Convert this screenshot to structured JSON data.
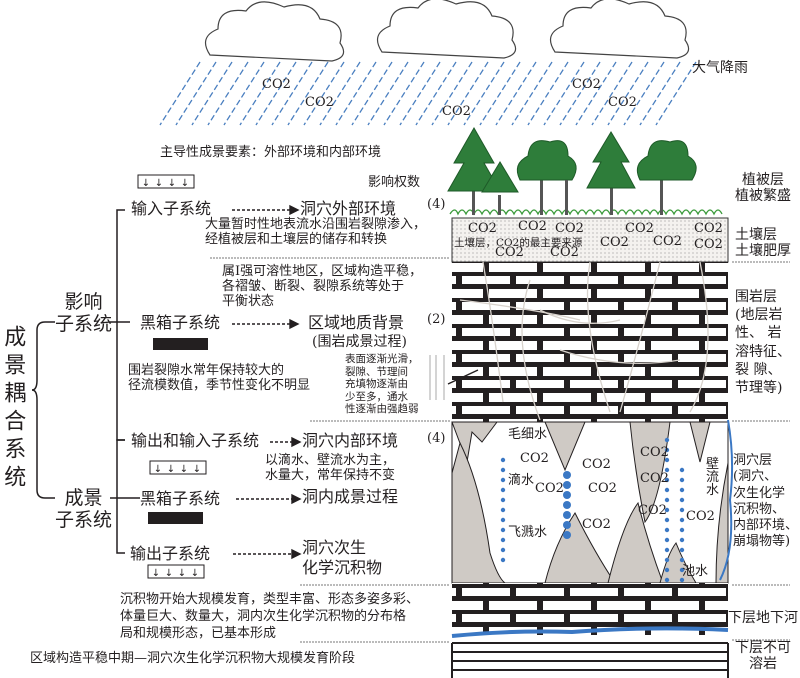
{
  "title_factor": "主导性成景要素：外部环境和内部环境",
  "influence_weight": "影响权数",
  "atmosphere_label": "大气降雨",
  "co2": "CO2",
  "root_system": "成景耦合系统",
  "influence_system": [
    "影响",
    "子系统"
  ],
  "scenery_system": [
    "成景",
    "子系统"
  ],
  "branches": {
    "input": {
      "label": "输入子系统",
      "target": "洞穴外部环境",
      "weight": "(4)",
      "desc": [
        "大量暂时性地表流水沿围岩裂隙渗入，",
        "经植被层和土壤层的储存和转换"
      ]
    },
    "blackbox1": {
      "label": "黑箱子系统",
      "target": "区域地质背景",
      "target_sub": "(围岩成景过程)",
      "weight": "(2)",
      "desc_above": [
        "属I强可溶性地区，区域构造平稳，",
        "各褶皱、断裂、裂隙系统等处于",
        "平衡状态"
      ],
      "desc_below": [
        "围岩裂隙水常年保持较大的",
        "径流模数值，季节性变化不明显"
      ],
      "fracture_note": [
        "表面逐渐光滑，",
        "裂隙、节理间",
        "充填物逐渐由",
        "少至多，通水",
        "性逐渐由强趋弱"
      ]
    },
    "io": {
      "label": "输出和输入子系统",
      "target": "洞穴内部环境",
      "weight": "(4)",
      "desc": [
        "以滴水、壁流水为主，",
        "水量大，常年保持不变"
      ]
    },
    "blackbox2": {
      "label": "黑箱子系统",
      "target": "洞内成景过程"
    },
    "output": {
      "label": "输出子系统",
      "target": [
        "洞穴次生",
        "化学沉积物"
      ]
    }
  },
  "summary": [
    "沉积物开始大规模发育，类型丰富、形态多姿多彩、",
    "体量巨大、数量大，洞内次生化学沉积物的分布格",
    "局和规模形态，已基本形成"
  ],
  "stage": "区域构造平稳中期—洞穴次生化学沉积物大规模发育阶段",
  "soil_note": "土壤层，CO2的最主要来源",
  "cave_labels": {
    "capillary": "毛细水",
    "drip": "滴水",
    "splash": "飞溅水",
    "wall": "壁流水",
    "pool": "池水"
  },
  "layers": {
    "vegetation": [
      "植被层",
      "植被繁盛"
    ],
    "soil": [
      "土壤层",
      "土壤肥厚"
    ],
    "rock": [
      "围岩层",
      "(地层岩",
      "性、 岩",
      "溶特征、",
      "裂 隙、",
      "节理等)"
    ],
    "cave": [
      "洞穴层",
      "(洞穴、",
      "次生化学",
      "沉积物、",
      "内部环境、",
      "崩塌物等)"
    ],
    "river": "下层地下河",
    "insoluble": [
      "下层不可",
      "溶岩"
    ]
  },
  "colors": {
    "rain": "#4a7fc0",
    "tree": "#2e7d3a",
    "cave_rock": "#cfcac5",
    "water": "#3b78c4",
    "brick": "#231f20"
  }
}
